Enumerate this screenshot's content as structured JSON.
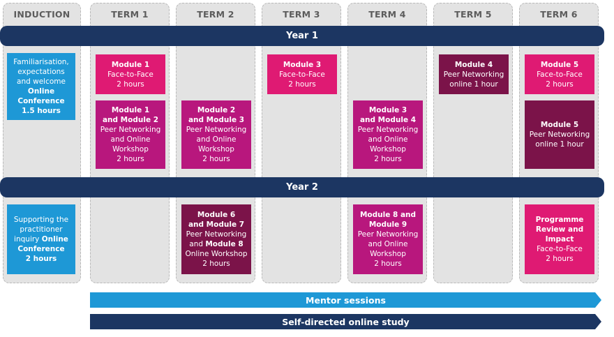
{
  "columns": {
    "induction": "INDUCTION",
    "term1": "TERM 1",
    "term2": "TERM 2",
    "term3": "TERM 3",
    "term4": "TERM 4",
    "term5": "TERM 5",
    "term6": "TERM 6"
  },
  "years": {
    "year1": "Year 1",
    "year2": "Year 2"
  },
  "colors": {
    "navy": "#1c3662",
    "cyan": "#1e98d6",
    "pink": "#df1a73",
    "magenta": "#b8177d",
    "plum": "#7b1349",
    "column_bg": "#e3e3e3"
  },
  "cards": {
    "induction_y1": [
      "Familiarisation,",
      "expectations",
      "and welcome",
      "Online",
      "Conference",
      "1.5 hours"
    ],
    "t1_y1_a": [
      "Module 1",
      "Face-to-Face",
      "2 hours"
    ],
    "t1_y1_b": [
      "Module 1",
      "and Module 2",
      "Peer Networking",
      "and Online",
      "Workshop",
      "2 hours"
    ],
    "t2_y1": [
      "Module 2",
      "and Module 3",
      "Peer Networking",
      "and Online",
      "Workshop",
      "2 hours"
    ],
    "t3_y1": [
      "Module 3",
      "Face-to-Face",
      "2 hours"
    ],
    "t4_y1": [
      "Module 3",
      "and Module 4",
      "Peer Networking",
      "and Online",
      "Workshop",
      "2 hours"
    ],
    "t5_y1": [
      "Module 4",
      "Peer Networking",
      "online 1 hour"
    ],
    "t6_y1_a": [
      "Module 5",
      "Face-to-Face",
      "2 hours"
    ],
    "t6_y1_b": [
      "Module 5",
      "Peer Networking",
      "online 1 hour"
    ],
    "induction_y2": [
      "Supporting the",
      "practitioner",
      "inquiry ",
      "Online",
      "Conference",
      "2 hours"
    ],
    "t2_y2": [
      "Module 6",
      "and Module 7",
      "Peer Networking",
      "and ",
      "Module 8",
      "Online Workshop",
      "2 hours"
    ],
    "t4_y2": [
      "Module 8 and",
      "Module 9",
      "Peer Networking",
      "and Online",
      "Workshop",
      "2 hours"
    ],
    "t6_y2": [
      "Programme",
      "Review and",
      "Impact",
      "Face-to-Face",
      "2 hours"
    ]
  },
  "arrows": {
    "mentor": "Mentor sessions",
    "self_directed": "Self-directed online study"
  }
}
